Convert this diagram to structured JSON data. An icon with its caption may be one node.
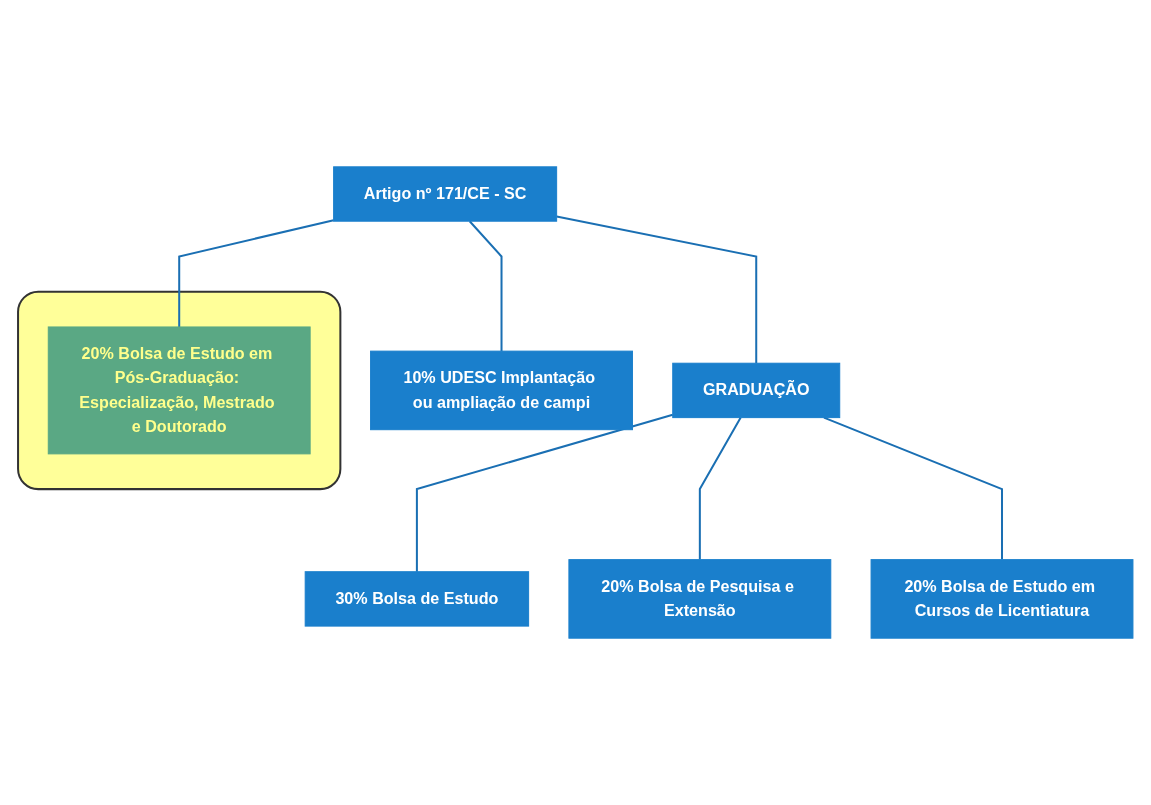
{
  "diagram": {
    "nodes": [
      {
        "text": [
          "Artigo nº 171/CE - SC"
        ]
      },
      {
        "text": [
          "GRADUAÇÃO"
        ]
      },
      {
        "text": [
          "30% Bolsa de Estudo"
        ]
      },
      {
        "text": [
          "20% Bolsa de Pesquisa e Extensão"
        ]
      },
      {
        "text": [
          "20% Bolsa de Estudo em Cursos de Licentiatura"
        ]
      },
      {
        "text": [],
        "shape": "box"
      },
      {
        "text": [
          "20% Bolsa de Estudo em Pós-Graduação: Especialização, Mestrado e Doutorado"
        ],
        "in": 5
      },
      {
        "text": [
          "10% UDESC Implantação ou ampliação de campi"
        ]
      }
    ],
    "edges": [
      {
        "from": 0,
        "to": 1,
        "arrow": "none"
      },
      {
        "from": 1,
        "to": 2,
        "arrow": "none"
      },
      {
        "from": 1,
        "to": 3,
        "arrow": "none"
      },
      {
        "from": 1,
        "to": 4,
        "arrow": "none"
      },
      {
        "from": 0,
        "to": 6,
        "arrow": "none"
      },
      {
        "from": 0,
        "to": 7,
        "arrow": "none"
      }
    ]
  }
}
